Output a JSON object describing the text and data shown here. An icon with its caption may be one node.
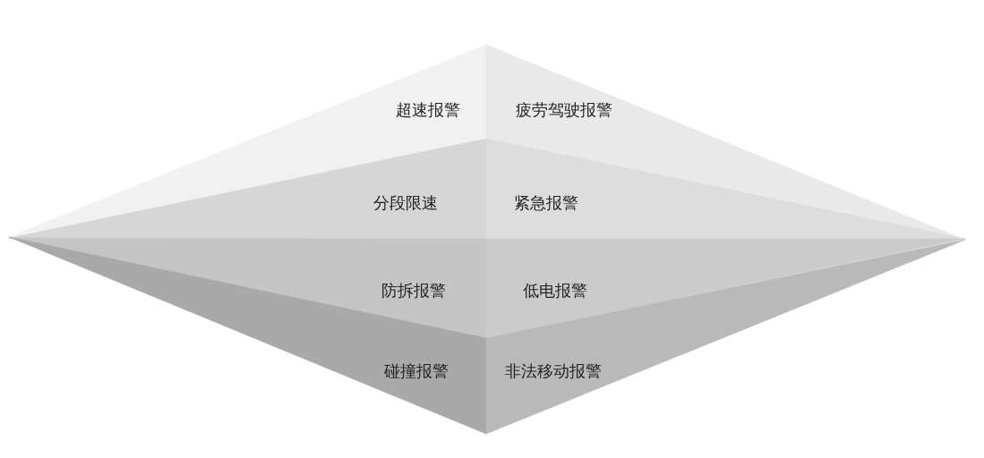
{
  "diagram": {
    "nodes": [
      {
        "text": [
          "超速报警"
        ]
      },
      {
        "text": [
          "疲劳驾驶报警"
        ]
      },
      {
        "text": [
          "分段限速"
        ]
      },
      {
        "text": [
          "紧急报警"
        ]
      },
      {
        "text": [
          "防拆报警"
        ]
      },
      {
        "text": [
          "低电报警"
        ]
      },
      {
        "text": [
          "碰撞报警"
        ]
      },
      {
        "text": [
          "非法移动报警"
        ]
      }
    ]
  }
}
